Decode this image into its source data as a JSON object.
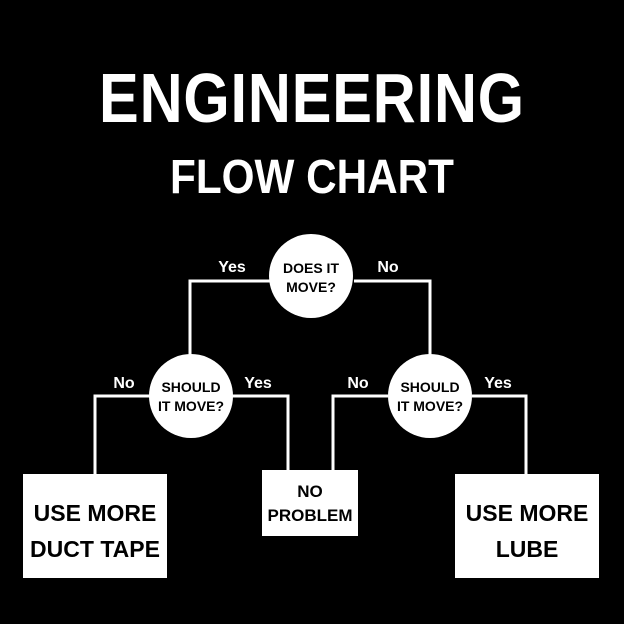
{
  "title": {
    "line1": "ENGINEERING",
    "line2": "FLOW CHART"
  },
  "nodes": {
    "root": {
      "line1": "DOES IT",
      "line2": "MOVE?"
    },
    "left": {
      "line1": "SHOULD",
      "line2": "IT MOVE?"
    },
    "right": {
      "line1": "SHOULD",
      "line2": "IT MOVE?"
    }
  },
  "edges": {
    "root_yes": "Yes",
    "root_no": "No",
    "left_no": "No",
    "left_yes": "Yes",
    "right_no": "No",
    "right_yes": "Yes"
  },
  "outcomes": {
    "duct_tape": {
      "line1": "USE MORE",
      "line2": "DUCT TAPE"
    },
    "no_problem": {
      "line1": "NO",
      "line2": "PROBLEM"
    },
    "lube": {
      "line1": "USE MORE",
      "line2": "LUBE"
    }
  },
  "colors": {
    "background": "#000000",
    "foreground": "#ffffff"
  }
}
